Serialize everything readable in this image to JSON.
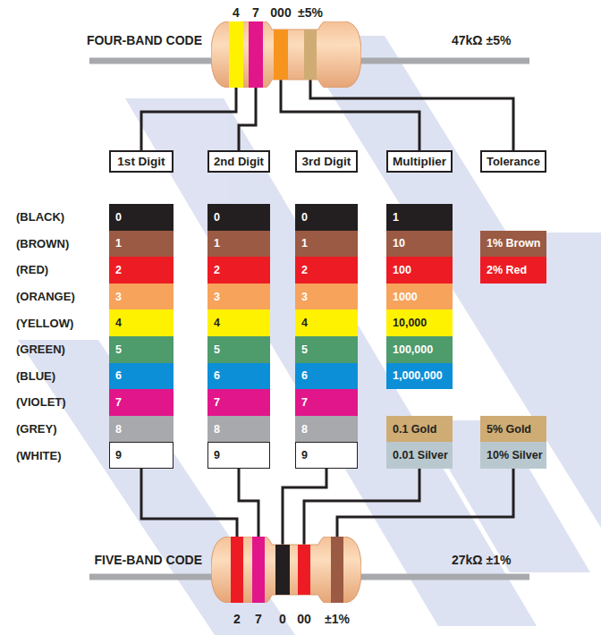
{
  "diagram": {
    "nodes": [
      {
        "text": [
          "FOUR-BAND CODE",
          "47kΩ ±5%"
        ]
      },
      {
        "text": [
          "4"
        ],
        "in": 0
      },
      {
        "text": [
          "7"
        ],
        "in": 0
      },
      {
        "text": [
          "000"
        ],
        "in": 0
      },
      {
        "text": [
          "±5%"
        ],
        "in": 0
      },
      {
        "text": [
          "1st Digit"
        ]
      },
      {
        "text": [
          "2nd Digit"
        ]
      },
      {
        "text": [
          "3rd Digit"
        ]
      },
      {
        "text": [
          "Multiplier"
        ]
      },
      {
        "text": [
          "Tolerance"
        ]
      },
      {
        "text": [
          "0"
        ]
      },
      {
        "text": [
          "0"
        ]
      },
      {
        "text": [
          "0"
        ]
      },
      {
        "text": [
          "1"
        ]
      },
      {
        "text": [
          "1"
        ]
      },
      {
        "text": [
          "1"
        ]
      },
      {
        "text": [
          "1"
        ]
      },
      {
        "text": [
          "10"
        ]
      },
      {
        "text": [
          "1% Brown"
        ]
      },
      {
        "text": [
          "2"
        ]
      },
      {
        "text": [
          "2"
        ]
      },
      {
        "text": [
          "2"
        ]
      },
      {
        "text": [
          "100"
        ]
      },
      {
        "text": [
          "2% Red"
        ]
      },
      {
        "text": [
          "3"
        ]
      },
      {
        "text": [
          "3"
        ]
      },
      {
        "text": [
          "3"
        ]
      },
      {
        "text": [
          "1000"
        ]
      },
      {
        "text": [
          "4"
        ]
      },
      {
        "text": [
          "4"
        ]
      },
      {
        "text": [
          "4"
        ]
      },
      {
        "text": [
          "10,000"
        ]
      },
      {
        "text": [
          "5"
        ]
      },
      {
        "text": [
          "5"
        ]
      },
      {
        "text": [
          "5"
        ]
      },
      {
        "text": [
          "100,000"
        ]
      },
      {
        "text": [
          "6"
        ]
      },
      {
        "text": [
          "6"
        ]
      },
      {
        "text": [
          "6"
        ]
      },
      {
        "text": [
          "1,000,000"
        ]
      },
      {
        "text": [
          "7"
        ]
      },
      {
        "text": [
          "7"
        ]
      },
      {
        "text": [
          "7"
        ]
      },
      {
        "text": [
          "8"
        ]
      },
      {
        "text": [
          "8"
        ]
      },
      {
        "text": [
          "8"
        ]
      },
      {
        "text": [
          "0.1 Gold"
        ]
      },
      {
        "text": [
          "5% Gold"
        ]
      },
      {
        "text": [
          "9"
        ]
      },
      {
        "text": [
          "9"
        ]
      },
      {
        "text": [
          "9"
        ]
      },
      {
        "text": [
          "0.01 Silver"
        ]
      },
      {
        "text": [
          "10% Silver"
        ]
      },
      {
        "text": [
          "FIVE-BAND CODE",
          "27kΩ ±1%"
        ]
      },
      {
        "text": [
          "2"
        ],
        "in": 53
      },
      {
        "text": [
          "7"
        ],
        "in": 53
      },
      {
        "text": [
          "0"
        ],
        "in": 53
      },
      {
        "text": [
          "00"
        ],
        "in": 53
      },
      {
        "text": [
          "±1%"
        ],
        "in": 53
      }
    ],
    "edges": [
      {
        "from": 1,
        "to": 5,
        "arrow": "none"
      },
      {
        "from": 2,
        "to": 6,
        "arrow": "none"
      },
      {
        "from": 3,
        "to": 8,
        "arrow": "none"
      },
      {
        "from": 4,
        "to": 9,
        "arrow": "none"
      },
      {
        "from": 48,
        "to": 54,
        "arrow": "none"
      },
      {
        "from": 49,
        "to": 55,
        "arrow": "none"
      },
      {
        "from": 50,
        "to": 56,
        "arrow": "none"
      },
      {
        "from": 51,
        "to": 57,
        "arrow": "none"
      },
      {
        "from": 52,
        "to": 58,
        "arrow": "none"
      }
    ],
    "labels": [
      "(BLACK)",
      "(BROWN)",
      "(RED)",
      "(ORANGE)",
      "(YELLOW)",
      "(GREEN)",
      "(BLUE)",
      "(VIOLET)",
      "(GREY)",
      "(WHITE)"
    ]
  }
}
